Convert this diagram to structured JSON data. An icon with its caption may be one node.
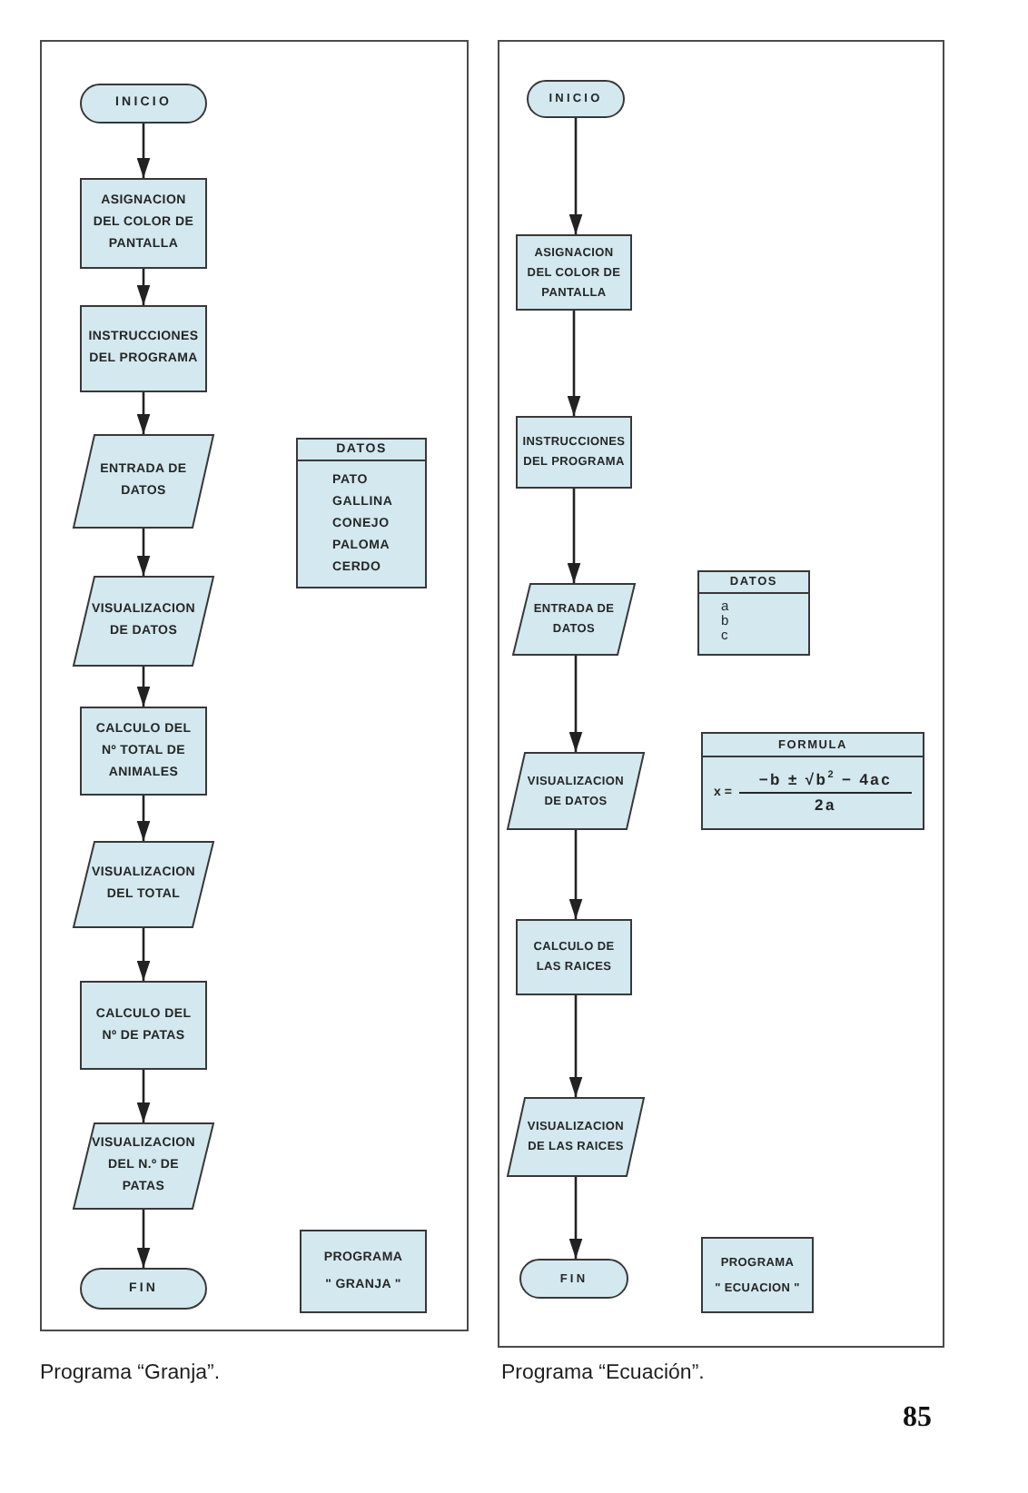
{
  "diagram": {
    "nodes": [
      {
        "text": [],
        "shape": "box",
        "beside": [
          "Programa “Granja”."
        ]
      },
      {
        "text": [
          "INICIO"
        ],
        "in": 0
      },
      {
        "text": [
          "ASIGNACION DEL COLOR DE PANTALLA"
        ],
        "in": 0
      },
      {
        "text": [
          "INSTRUCCIONES DEL PROGRAMA"
        ],
        "in": 0
      },
      {
        "text": [
          "ENTRADA DE DATOS"
        ],
        "in": 0
      },
      {
        "text": [
          "DATOS",
          "PATO",
          "GALLINA",
          "CONEJO",
          "PALOMA",
          "CERDO"
        ],
        "in": 0
      },
      {
        "text": [
          "VISUALIZACION DE DATOS"
        ],
        "in": 0
      },
      {
        "text": [
          "CALCULO DEL Nº TOTAL DE ANIMALES"
        ],
        "in": 0
      },
      {
        "text": [
          "VISUALIZACION DEL TOTAL"
        ],
        "in": 0
      },
      {
        "text": [
          "CALCULO DEL Nº DE PATAS"
        ],
        "in": 0
      },
      {
        "text": [
          "VISUALIZACION DEL N.º DE PATAS"
        ],
        "in": 0
      },
      {
        "text": [
          "FIN"
        ],
        "in": 0
      },
      {
        "text": [
          "PROGRAMA",
          "\" GRANJA \""
        ],
        "in": 0
      },
      {
        "text": [],
        "shape": "box",
        "beside": [
          "Programa “Ecuación”."
        ]
      },
      {
        "text": [
          "INICIO"
        ],
        "in": 13
      },
      {
        "text": [
          "ASIGNACION DEL COLOR DE PANTALLA"
        ],
        "in": 13
      },
      {
        "text": [
          "INSTRUCCIONES DEL PROGRAMA"
        ],
        "in": 13
      },
      {
        "text": [
          "ENTRADA DE DATOS"
        ],
        "in": 13
      },
      {
        "text": [
          "DATOS",
          "a",
          "b",
          "c"
        ],
        "in": 13
      },
      {
        "text": [
          "VISUALIZACION DE DATOS"
        ],
        "in": 13
      },
      {
        "text": [
          "FORMULA",
          "x =",
          "−b ± √b$^{2}$ − 4ac",
          "2a"
        ],
        "in": 13
      },
      {
        "text": [
          "CALCULO DE LAS RAICES"
        ],
        "in": 13
      },
      {
        "text": [
          "VISUALIZACION DE LAS RAICES"
        ],
        "in": 13
      },
      {
        "text": [
          "FIN"
        ],
        "in": 13
      },
      {
        "text": [
          "PROGRAMA",
          "\" ECUACION \""
        ],
        "in": 13
      }
    ],
    "edges": [
      {
        "from": 1,
        "to": 2,
        "arrow": "to"
      },
      {
        "from": 2,
        "to": 3,
        "arrow": "to"
      },
      {
        "from": 3,
        "to": 4,
        "arrow": "to"
      },
      {
        "from": 4,
        "to": 6,
        "arrow": "to"
      },
      {
        "from": 6,
        "to": 7,
        "arrow": "to"
      },
      {
        "from": 7,
        "to": 8,
        "arrow": "to"
      },
      {
        "from": 8,
        "to": 9,
        "arrow": "to"
      },
      {
        "from": 9,
        "to": 10,
        "arrow": "to"
      },
      {
        "from": 10,
        "to": 11,
        "arrow": "to"
      },
      {
        "from": 14,
        "to": 15,
        "arrow": "to"
      },
      {
        "from": 15,
        "to": 16,
        "arrow": "to"
      },
      {
        "from": 16,
        "to": 17,
        "arrow": "to"
      },
      {
        "from": 17,
        "to": 19,
        "arrow": "to"
      },
      {
        "from": 19,
        "to": 21,
        "arrow": "to"
      },
      {
        "from": 21,
        "to": 22,
        "arrow": "to"
      },
      {
        "from": 22,
        "to": 23,
        "arrow": "to"
      }
    ],
    "labels": [
      "85"
    ]
  }
}
